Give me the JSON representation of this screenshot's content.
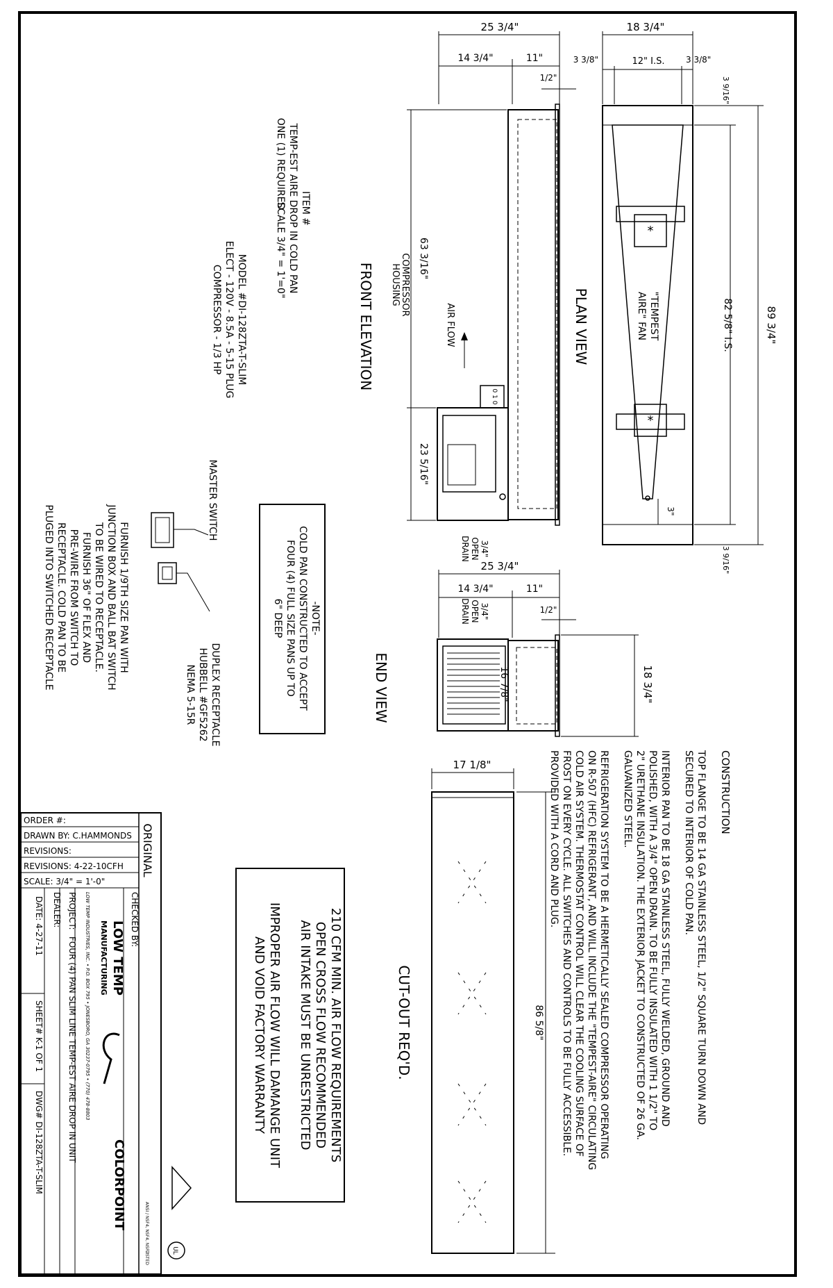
{
  "views": {
    "plan_view": "PLAN VIEW",
    "front_elevation": "FRONT ELEVATION",
    "end_view": "END VIEW",
    "cutout": "CUT-OUT REQ'D."
  },
  "labels": {
    "housing": "HOUSING",
    "compressor": "COMPRESSOR",
    "air_flow": "AIR FLOW",
    "open_drain_1": "3/4\"",
    "open_drain_2": "OPEN",
    "open_drain_3": "DRAIN",
    "tempest_fan_1": "\"TEMPEST",
    "tempest_fan_2": "AIRE\" FAN",
    "master_switch": "MASTER SWITCH",
    "duplex_1": "DUPLEX RECEPTACLE",
    "duplex_2": "HUBBELL #GF5262",
    "duplex_3": "NEMA 5-15R"
  },
  "dimensions": {
    "plan_width": "18 3/4\"",
    "plan_side_left": "3 3/8\"",
    "plan_inner": "12\" I.S.",
    "plan_side_right": "3 3/8\"",
    "plan_length": "89 3/4\"",
    "plan_inner_length": "82 5/8\" I.S.",
    "plan_end_top": "3 9/16\"",
    "plan_end_bottom": "3 9/16\"",
    "plan_fan_offset": "3\"",
    "front_height": "25 3/4\"",
    "front_upper": "14 3/4\"",
    "front_lower": "11\"",
    "front_flange": "1/2\"",
    "front_length": "63 3/16\"",
    "front_housing": "23 5/16\"",
    "end_height": "25 3/4\"",
    "end_upper": "14 3/4\"",
    "end_lower": "11\"",
    "end_flange": "1/2\"",
    "end_pan_depth": "16 7/8\"",
    "end_width": "18 3/4\"",
    "cutout_width": "17 1/8\"",
    "cutout_length": "86 5/8\""
  },
  "item_block": {
    "line1": "ITEM #",
    "line2": "TEMP-EST AIRE DROP IN COLD PAN",
    "line3": "ONE (1) REQUIRED",
    "line4": "SCALE 3/4\" = 1'=0\"",
    "model": "MODEL #DI-128ZTA-T-SLIM",
    "elect": "ELECT - 120V - 8.5A - 5-15 PLUG",
    "compressor": "COMPRESSOR - 1/3 HP"
  },
  "note_box": {
    "title": "-NOTE-",
    "line1": "COLD PAN CONSTRUCTED TO ACCEPT",
    "line2": "FOUR (4) FULL SIZE PANS UP TO",
    "line3": "6\" DEEP"
  },
  "switch_note": {
    "line1": "FURNISH 1/9TH SIZE PAN WITH",
    "line2": "JUNCTION BOX AND BALL BAT SWITCH",
    "line3": "TO BE WIRED TO RECEPTACLE.",
    "line4": "FURNISH 36\" OF FLEX AND",
    "line5": "PRE-WIRE FROM SWITCH TO",
    "line6": "RECEPTACLE. COLD PAN TO BE",
    "line7": "PLUGED INTO SWITCHED RECEPTACLE"
  },
  "construction": {
    "heading": "CONSTRUCTION",
    "p1": [
      "TOP FLANGE TO BE 14 GA STAINLESS STEEL, 1/2\" SQUARE TURN DOWN AND",
      "SECURED TO INTERIOR OF COLD PAN."
    ],
    "p2": [
      "INTERIOR PAN TO BE 18 GA STAINLESS STEEL, FULLY WELDED, GROUND AND",
      "POLISHED, WITH A 3/4\" OPEN DRAIN. TO BE FULLY INSULATED WITH 1 1/2\" TO",
      "2\" URETHANE INSULATION. THE EXTERIOR JACKET TO  CONSTRUCTED OF 26 GA.",
      "GALVANIZED STEEL."
    ],
    "p3": [
      "REFRIGERATION SYSTEM TO BE A HERMETICALLY SEALED COMPRESSOR OPERATING",
      "ON R-507 (HFC) REFRIGERANT, AND WILL INCLUDE THE \"TEMPEST-AIRE\" CIRCULATING",
      "COLD AIR SYSTEM. THERMOSTAT CONTROL WILL CLEAR THE COOLING SURFACE OF",
      "FROST ON EVERY CYCLE. ALL SWITCHES AND CONTROLS TO BE FULLY ACCESSIBLE.",
      "PROVIDED WITH A CORD AND PLUG."
    ]
  },
  "airflow_warning": {
    "line1": "210 CFM MIN. AIR FLOW REQUIREMENTS",
    "line2": "OPEN CROSS FLOW RECOMMENDED",
    "line3": "AIR INTAKE MUST BE UNRESTRICTED",
    "line4": "IMPROPER AIR FLOW WILL DAMANGE UNIT",
    "line5": "AND VOID FACTORY WARRANTY"
  },
  "title_block": {
    "order": "ORDER #:",
    "drawn_by": "DRAWN BY: C.HAMMONDS",
    "revisions": "REVISIONS:",
    "revisions2": "REVISIONS: 4-22-10CFH",
    "scale": "SCALE: 3/4\" = 1'-0\"",
    "original": "ORIGINAL",
    "checked_by": "CHECKED BY:",
    "company": "LOW TEMP",
    "manufacturing": "MANUFACTURING",
    "company_address": "LOW TEMP INDUSTRIES, INC.  •  P.O. BOX 795  •  JONESBORO, GA 30237-0795  •  (770) 478-8803",
    "colorpoint": "COLORPOINT",
    "project": "PROJECT:",
    "project_value": "FOUR (4) PAN SLIM LINE TEMP-EST AIRE DROP IN UNIT",
    "dealer": "DEALER:",
    "date": "DATE: 4-27-11",
    "sheet": "SHEET# K-1 OF 1",
    "dwg": "DWG# DI-128ZTA-T-SLIM",
    "cert_small": "ANSI / NSF4, NSF4, NSF7",
    "listed": "LISTED",
    "ul": "UL"
  }
}
